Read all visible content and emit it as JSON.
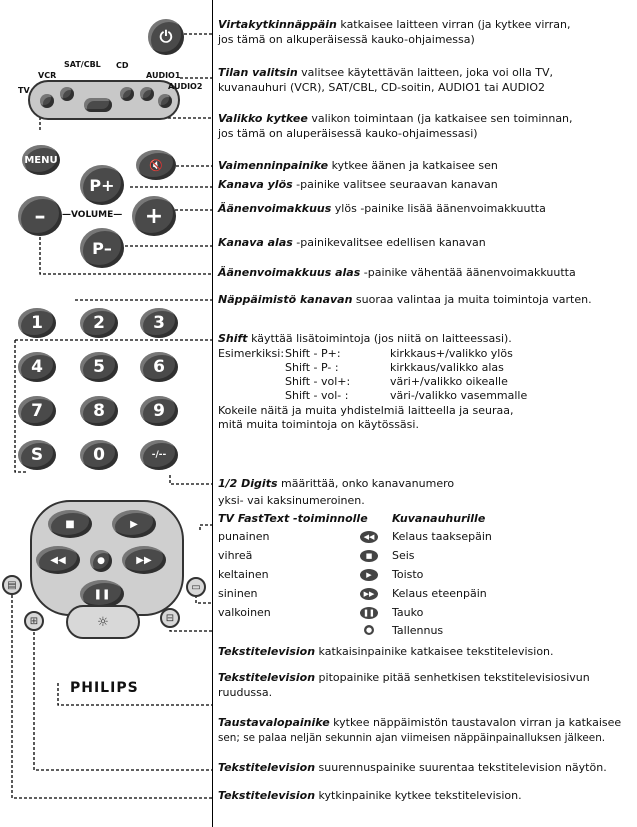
{
  "remote": {
    "source_labels": {
      "tv": "TV",
      "vcr": "VCR",
      "satcbl": "SAT/CBL",
      "cd": "CD",
      "audio1": "AUDIO1",
      "audio2": "AUDIO2"
    },
    "menu": "MENU",
    "pplus": "P+",
    "pminus": "P–",
    "volume": "—VOLUME—",
    "minus": "–",
    "plus": "+",
    "digits": [
      "1",
      "2",
      "3",
      "4",
      "5",
      "6",
      "7",
      "8",
      "9",
      "S",
      "0",
      "-/--"
    ],
    "brand": "PHILIPS"
  },
  "descriptions": {
    "power": {
      "title": "Virtakytkinnäppäin",
      "text": " katkaisee laitteen virran (ja kytkee virran,",
      "line2": "jos tämä on alkuperäisessä kauko-ohjaimessa)"
    },
    "mode": {
      "title": "Tilan valitsin",
      "text": " valitsee käytettävän laitteen, joka voi olla TV,",
      "line2": "kuvanauhuri (VCR), SAT/CBL, CD-soitin, AUDIO1 tai AUDIO2"
    },
    "menu": {
      "title": "Valikko kytkee",
      "text": " valikon toimintaan (ja katkaisee sen toiminnan,",
      "line2": "jos tämä on aluperäisessä kauko-ohjaimessasi)"
    },
    "mute": {
      "title": "Vaimenninpainike",
      "text": " kytkee äänen ja katkaisee sen"
    },
    "ch_up": {
      "title": "Kanava ylös",
      "text": " -painike valitsee seuraavan kanavan"
    },
    "vol_up": {
      "title": "Äänenvoimakkuus",
      "text": " ylös -painike lisää äänenvoimakkuutta"
    },
    "ch_down": {
      "title": "Kanava alas",
      "text": " -painikevalitsee edellisen kanavan"
    },
    "vol_down": {
      "title": "Äänenvoimakkuus alas",
      "text": " -painike vähentää äänenvoimakkuutta"
    },
    "keypad": {
      "title": "Näppäimistö kanavan",
      "text": " suoraa valintaa ja muita toimintoja varten."
    },
    "shift": {
      "title": "Shift",
      "text": " käyttää lisätoimintoja (jos niitä on laitteessasi).",
      "example_label": "Esimerkiksi:",
      "examples": [
        [
          "Shift - P+:",
          "kirkkaus+/valikko ylös"
        ],
        [
          "Shift - P- :",
          "kirkkaus/valikko alas"
        ],
        [
          "Shift - vol+:",
          "väri+/valikko oikealle"
        ],
        [
          "Shift - vol- :",
          "väri-/valikko vasemmalle"
        ]
      ],
      "note1": "Kokeile näitä ja muita yhdistelmiä laitteella ja seuraa,",
      "note2": "mitä muita toimintoja on käytössäsi."
    },
    "digits": {
      "title": "1/2 Digits",
      "text": " määrittää, onko kanavanumero",
      "line2": "yksi- vai kaksinumeroinen."
    },
    "fasttext": {
      "title": "TV FastText -toiminnolle",
      "vcr_title": "Kuvanauhurille",
      "colors": [
        "punainen",
        "vihreä",
        "keltainen",
        "sininen",
        "valkoinen"
      ],
      "vcr": [
        "Kelaus taaksepäin",
        "Seis",
        "Toisto",
        "Kelaus eteenpäin",
        "Tauko",
        "Tallennus"
      ]
    },
    "tt_cancel": {
      "title": "Tekstitelevision",
      "text": " katkaisinpainike katkaisee tekstitelevision."
    },
    "tt_hold": {
      "title": "Tekstitelevision",
      "text": " pitopainike pitää senhetkisen tekstitelevisiosivun",
      "line2": "ruudussa."
    },
    "backlight": {
      "title": "Taustavalopainike",
      "text": " kytkee näppäimistön taustavalon virran ja katkaisee",
      "line2": "sen; se palaa neljän sekunnin ajan viimeisen näppäinpainalluksen jälkeen."
    },
    "tt_enlarge": {
      "title": "Tekstitelevision",
      "text": " suurennuspainike suurentaa tekstitelevision näytön."
    },
    "tt_toggle": {
      "title": "Tekstitelevision",
      "text": " kytkinpainike kytkee tekstitelevision."
    }
  }
}
